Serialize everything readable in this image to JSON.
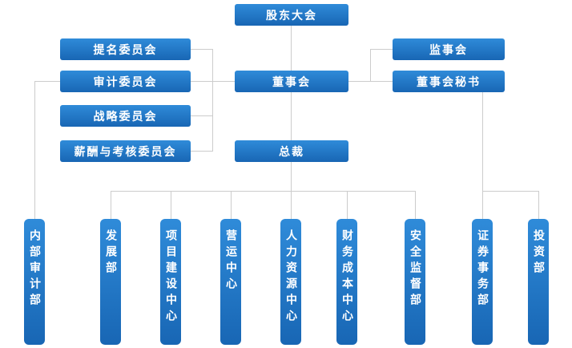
{
  "org_chart": {
    "nodes": {
      "shareholders": {
        "label": "股东大会"
      },
      "nomination": {
        "label": "提名委员会"
      },
      "supervisory": {
        "label": "监事会"
      },
      "audit": {
        "label": "审计委员会"
      },
      "board": {
        "label": "董事会"
      },
      "board_secretary": {
        "label": "董事会秘书"
      },
      "strategy": {
        "label": "战略委员会"
      },
      "remuneration": {
        "label": "薪酬与考核委员会"
      },
      "president": {
        "label": "总裁"
      }
    },
    "departments": [
      {
        "label": "内部审计部"
      },
      {
        "label": "发展部"
      },
      {
        "label": "项目建设中心"
      },
      {
        "label": "营运中心"
      },
      {
        "label": "人力资源中心"
      },
      {
        "label": "财务成本中心"
      },
      {
        "label": "安全监督部"
      },
      {
        "label": "证券事务部"
      },
      {
        "label": "投资部"
      }
    ],
    "edges": [
      {
        "from": "股东大会",
        "to": "董事会"
      },
      {
        "from": "董事会",
        "to": "提名委员会"
      },
      {
        "from": "董事会",
        "to": "审计委员会"
      },
      {
        "from": "董事会",
        "to": "战略委员会"
      },
      {
        "from": "董事会",
        "to": "薪酬与考核委员会"
      },
      {
        "from": "董事会",
        "to": "监事会"
      },
      {
        "from": "董事会",
        "to": "董事会秘书"
      },
      {
        "from": "董事会",
        "to": "总裁"
      },
      {
        "from": "审计委员会",
        "to": "内部审计部"
      },
      {
        "from": "总裁",
        "to": "发展部"
      },
      {
        "from": "总裁",
        "to": "项目建设中心"
      },
      {
        "from": "总裁",
        "to": "营运中心"
      },
      {
        "from": "总裁",
        "to": "人力资源中心"
      },
      {
        "from": "总裁",
        "to": "财务成本中心"
      },
      {
        "from": "总裁",
        "to": "安全监督部"
      },
      {
        "from": "董事会秘书",
        "to": "证券事务部"
      },
      {
        "from": "董事会秘书",
        "to": "投资部"
      }
    ],
    "colors": {
      "box_gradient_top": "#2f8bd9",
      "box_gradient_bottom": "#1866b4",
      "connector_line": "#cccccc",
      "text": "#ffffff",
      "background": "#ffffff"
    }
  }
}
